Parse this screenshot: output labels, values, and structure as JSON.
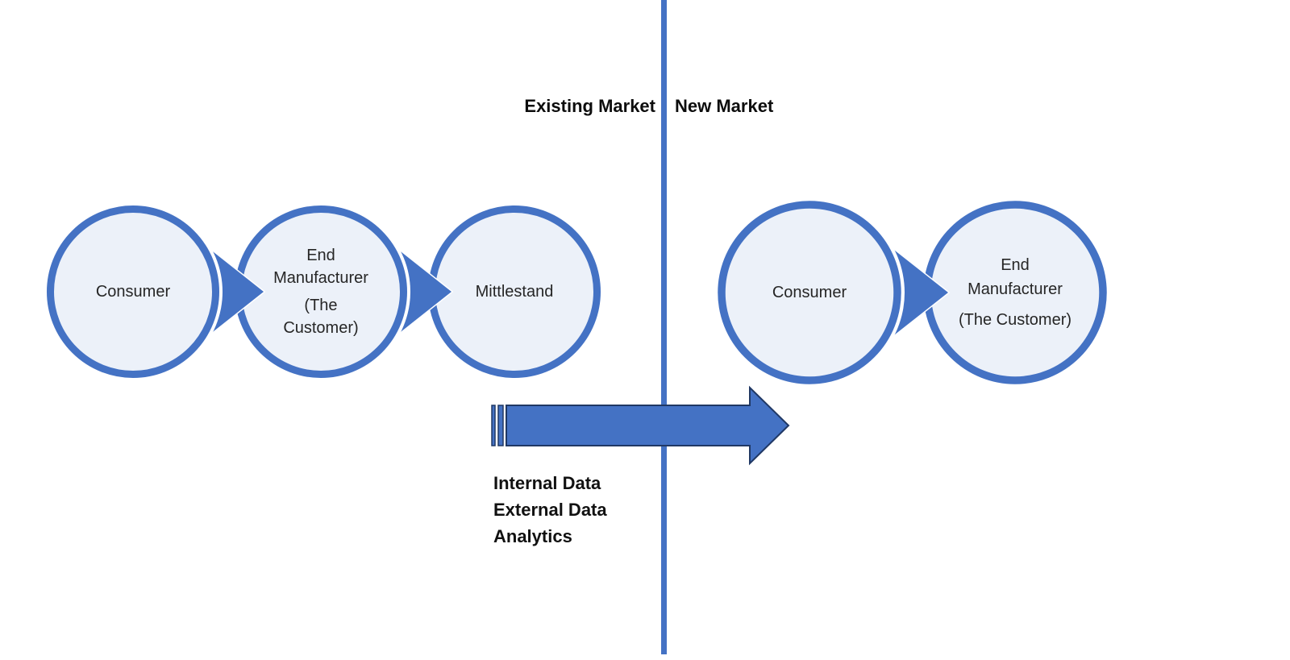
{
  "colors": {
    "accent": "#4472C4",
    "circle_fill": "#ECF1F9",
    "circle_stroke": "#4472C4",
    "arrow_fill": "#4472C4",
    "arrow_outline": "#203864",
    "divider": "#4472C4"
  },
  "headers": {
    "existing": "Existing Market",
    "new": "New Market"
  },
  "left_chain": {
    "nodes": [
      {
        "title": "Consumer"
      },
      {
        "title": "End\nManufacturer",
        "subtitle": "(The\nCustomer)"
      },
      {
        "title": "Mittlestand"
      }
    ]
  },
  "right_chain": {
    "nodes": [
      {
        "title": "Consumer"
      },
      {
        "title": "End\nManufacturer",
        "subtitle": "(The Customer)"
      }
    ]
  },
  "arrow": {
    "labels": [
      "Internal Data",
      "External Data",
      "Analytics"
    ]
  }
}
